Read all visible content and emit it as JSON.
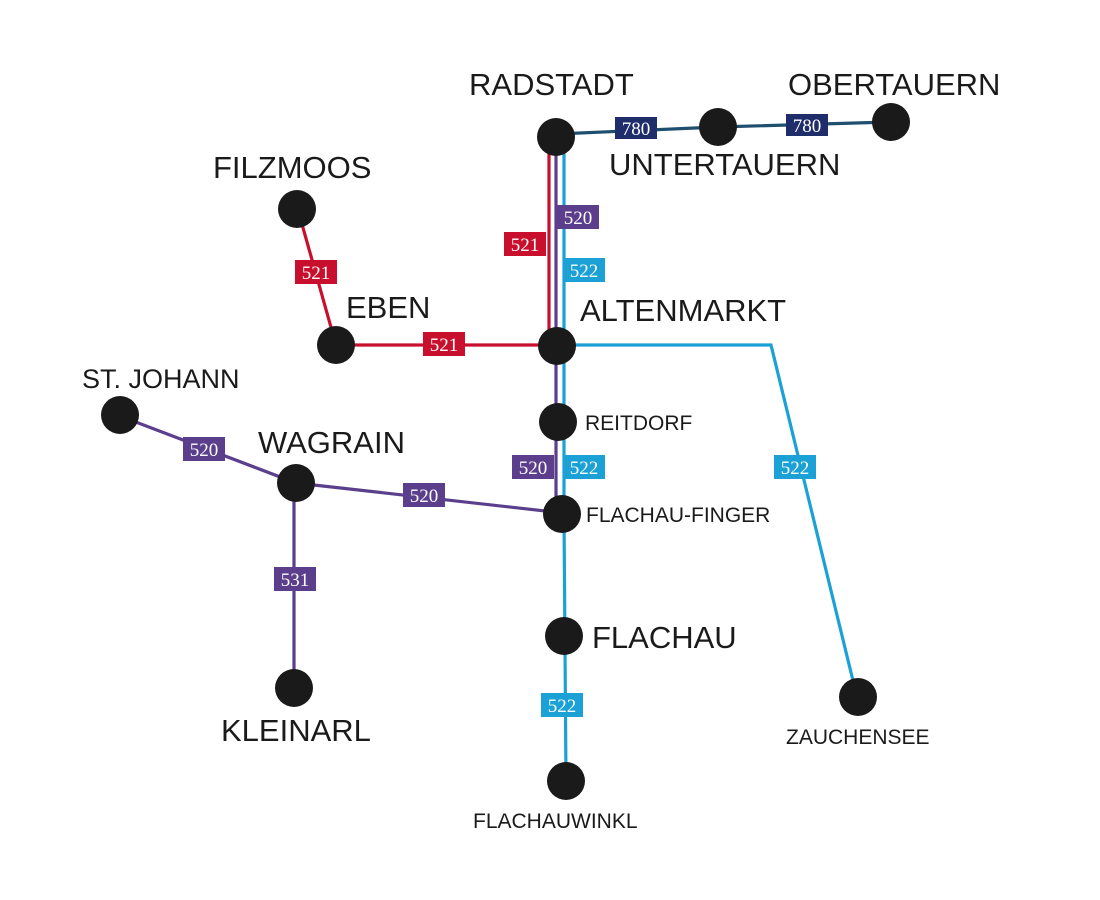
{
  "colors": {
    "line_521": "#c8102e",
    "line_520": "#5b3f8c",
    "line_522": "#1ba1d6",
    "line_780_badge": "#1f2d6b",
    "line_780_track": "#1f4f6e",
    "stop": "#1a1a1a",
    "label_text": "#1a1a1a"
  },
  "lines": {
    "l780": {
      "number": "780"
    },
    "l521": {
      "number": "521"
    },
    "l520": {
      "number": "520"
    },
    "l522": {
      "number": "522"
    },
    "l531": {
      "number": "531"
    }
  },
  "stops": {
    "radstadt": "RADSTADT",
    "obertauern": "OBERTAUERN",
    "untertauern": "UNTERTAUERN",
    "filzmoos": "FILZMOOS",
    "eben": "EBEN",
    "altenmarkt": "ALTENMARKT",
    "st_johann": "ST. JOHANN",
    "reitdorf": "REITDORF",
    "wagrain": "WAGRAIN",
    "flachau_finger": "FLACHAU-FINGER",
    "flachau": "FLACHAU",
    "kleinarl": "KLEINARL",
    "zauchensee": "ZAUCHENSEE",
    "flachauwinkl": "FLACHAUWINKL"
  }
}
